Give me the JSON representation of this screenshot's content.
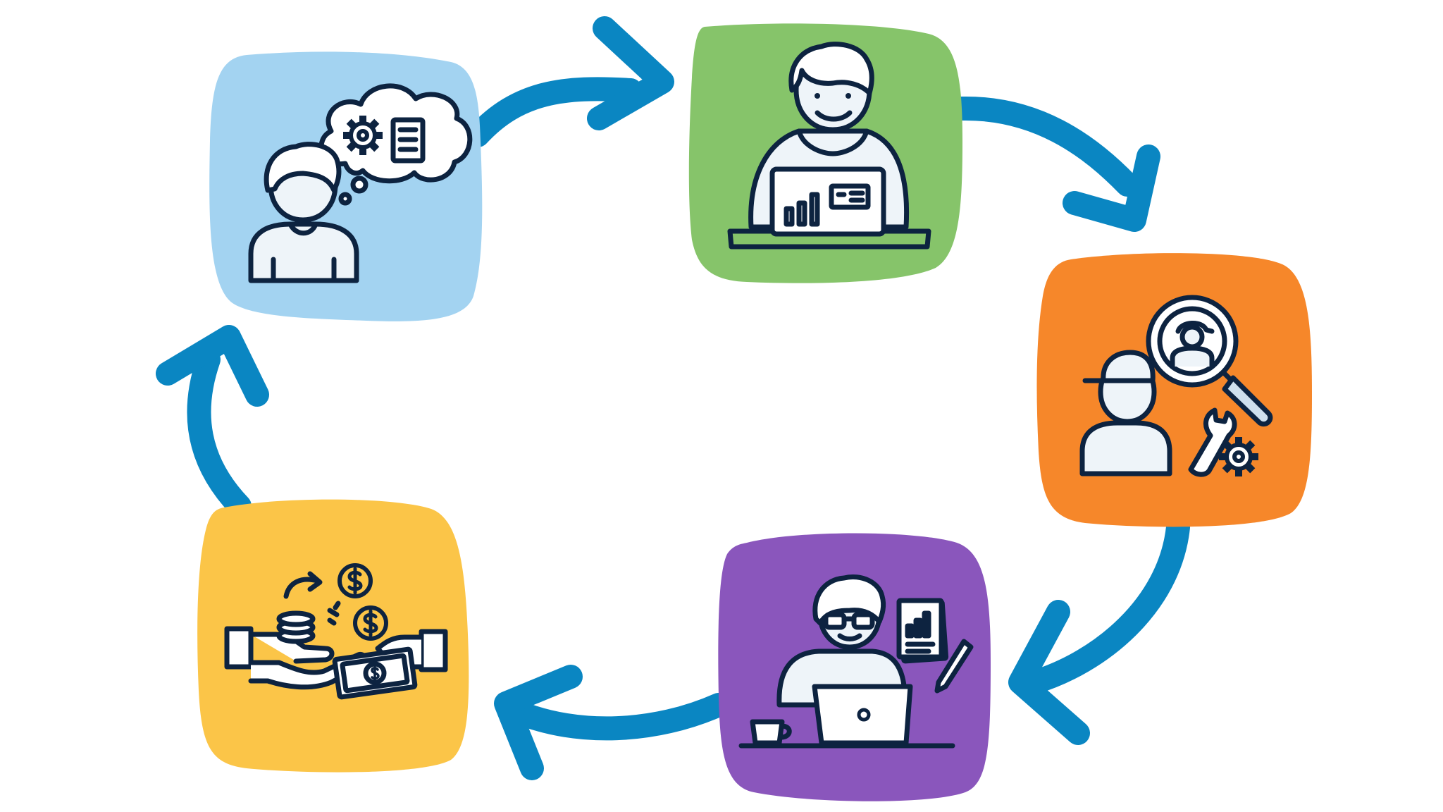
{
  "diagram": {
    "type": "cycle",
    "arrow_color": "#0a86c2",
    "steps": [
      {
        "id": "plan",
        "color": "#a3d3f1",
        "icon": "person-thinking-icon"
      },
      {
        "id": "build",
        "color": "#86c46a",
        "icon": "person-laptop-icon"
      },
      {
        "id": "inspect",
        "color": "#f6872a",
        "icon": "worker-magnifier-icon"
      },
      {
        "id": "analyze",
        "color": "#8a56bc",
        "icon": "analyst-report-icon"
      },
      {
        "id": "pay",
        "color": "#fbc548",
        "icon": "money-exchange-icon"
      }
    ]
  }
}
